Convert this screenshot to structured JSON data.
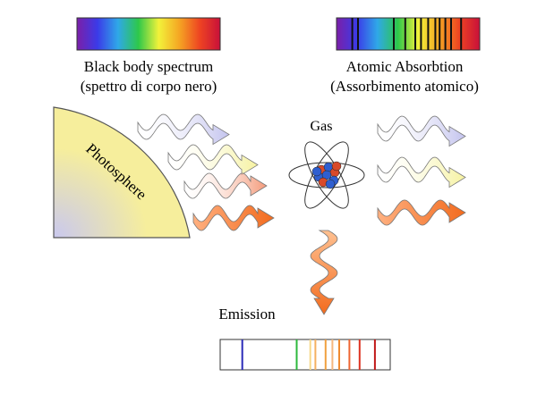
{
  "labels": {
    "black_body_line1": "Black body spectrum",
    "black_body_line2": "(spettro di corpo nero)",
    "absorption_line1": "Atomic Absorbtion",
    "absorption_line2": "(Assorbimento atomico)",
    "photosphere": "Photosphere",
    "gas": "Gas",
    "emission": "Emission"
  },
  "colors": {
    "photosphere_outer": "#f6ee9c",
    "photosphere_inner": "#c9c8ef",
    "wave_violet": "#c3c3ee",
    "wave_yellow": "#f6f2a0",
    "wave_salmon": "#f49a7a",
    "wave_orange": "#f26b1e",
    "nucleus_blue": "#2f5fd0",
    "nucleus_red": "#d84a2a"
  },
  "spectrum_stops": [
    "#7b1fa8",
    "#3b3be8",
    "#2fa8e8",
    "#2ec84a",
    "#f2f23a",
    "#f5a623",
    "#ee4422",
    "#c8103a"
  ],
  "absorption_line_positions": [
    0.11,
    0.15,
    0.4,
    0.48,
    0.55,
    0.59,
    0.64,
    0.69,
    0.72,
    0.76,
    0.8,
    0.87
  ],
  "emission_lines": [
    {
      "pos": 0.13,
      "color": "#2b2bb8"
    },
    {
      "pos": 0.45,
      "color": "#2cb83c"
    },
    {
      "pos": 0.53,
      "color": "#f7d88a"
    },
    {
      "pos": 0.56,
      "color": "#f5b060"
    },
    {
      "pos": 0.62,
      "color": "#f0a040"
    },
    {
      "pos": 0.66,
      "color": "#f5b880"
    },
    {
      "pos": 0.7,
      "color": "#f08a30"
    },
    {
      "pos": 0.76,
      "color": "#ee6633"
    },
    {
      "pos": 0.82,
      "color": "#dd3322"
    },
    {
      "pos": 0.91,
      "color": "#c01818"
    }
  ]
}
